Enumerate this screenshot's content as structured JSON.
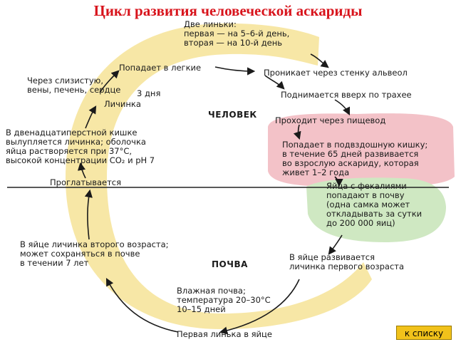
{
  "title": "Цикл развития человеческой аскариды",
  "zones": {
    "human": "ЧЕЛОВЕК",
    "soil": "ПОЧВА"
  },
  "steps": {
    "molts": "Две линьки:\nпервая — на 5–6-й день,\nвторая — на 10-й день",
    "into_lungs": "Попадает в легкие",
    "alveoli": "Проникает через стенку альвеол",
    "trachea": "Поднимается вверх по трахее",
    "esophagus": "Проходит через пищевод",
    "intestine": "Попадает в подвздошную кишку;\nв течение 65 дней развивается\nво взрослую аскариду, которая\nживет 1–2 года",
    "eggs": "Яйца с фекалиями\nпопадают в почву\n(одна самка может\nоткладывать за сутки\nдо 200 000 яиц)",
    "first_stage": "В яйце развивается\nличинка первого возраста",
    "conditions": "Влажная почва;\nтемпература 20–30°С\n10–15 дней",
    "first_molt": "Первая линька в яйце",
    "second_stage": "В яйце личинка второго возраста;\nможет сохраняться в почве\nв течении 7 лет",
    "swallowed": "Проглатывается",
    "hatch": "В двенадцатиперстной кишке\nвылупляется личинка; оболочка\nяйца растворяется при 37°С,\nвысокой концентрации CO₂ и pH 7",
    "larva": "Личинка",
    "three_days": "3 дня",
    "migration": "Через слизистую,\nвены, печень, сердце"
  },
  "button_label": "к списку",
  "colors": {
    "title": "#d8141c",
    "band": "#f7e7a6",
    "pink_zone": "#f3c2c8",
    "green_zone": "#cfe8c2",
    "arrow": "#1a1a1a"
  }
}
